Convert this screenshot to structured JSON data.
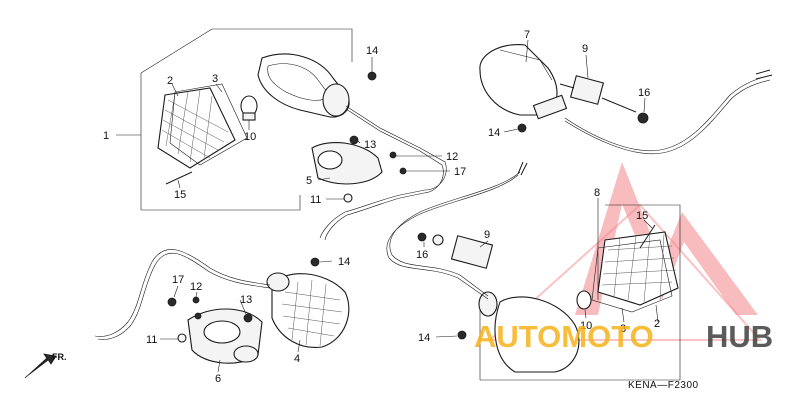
{
  "diagram": {
    "callouts": [
      "1",
      "2",
      "3",
      "10",
      "15",
      "14",
      "13",
      "12",
      "17",
      "5",
      "11",
      "7",
      "9",
      "16",
      "14",
      "8",
      "15",
      "9",
      "16",
      "10",
      "3",
      "2",
      "14",
      "17",
      "12",
      "13",
      "11",
      "6",
      "4",
      "14"
    ],
    "diagram_code": "KENA—F2300",
    "direction_marker": "FR.",
    "watermark": {
      "brand_part1": "AUTOMOTO",
      "brand_part2": "HUB",
      "accent_color": "#e8202a",
      "brand_color": "#f6b21a",
      "brand_dark_color": "#3f3f3f"
    }
  }
}
